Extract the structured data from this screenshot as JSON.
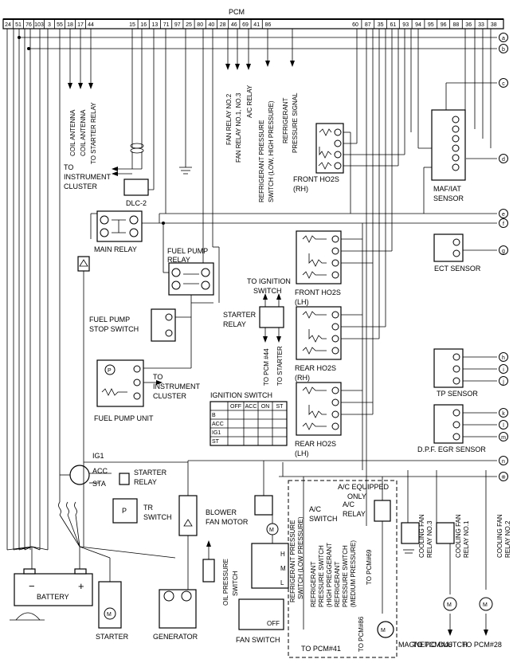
{
  "pcm": {
    "title": "PCM",
    "left_pins": [
      "24",
      "51",
      "76",
      "103",
      "3",
      "55",
      "18",
      "17",
      "44"
    ],
    "mid_pins": [
      "15",
      "16",
      "13",
      "71",
      "97",
      "25",
      "80",
      "40",
      "28",
      "46",
      "69",
      "41",
      "86"
    ],
    "right_pins": [
      "60",
      "87",
      "35",
      "61",
      "93",
      "94",
      "95",
      "96",
      "88",
      "36",
      "33",
      "38"
    ]
  },
  "connectors": [
    "a",
    "b",
    "c",
    "d",
    "e",
    "f",
    "g",
    "h",
    "i",
    "j",
    "k",
    "l",
    "m",
    "n",
    "※"
  ],
  "vertical_labels": [
    "COIL ANTENNA",
    "COIL ANTENNA",
    "TO STARTER RELAY",
    "FAN RELAY NO.2",
    "FAN RELAY NO.1, NO.3",
    "A/C RELAY",
    "REFRIGERANT PRESSURE",
    "SWITCH (LOW, HIGH PRESSURE)",
    "REFRIGERANT",
    "PRESSURE SIGNAL",
    "TO PCM #44",
    "TO STARTER",
    "OIL PRESSURE",
    "SWITCH",
    "REFRIGERANT PRESSURE",
    "SWITCH (LOW PRESSURE)",
    "REFRIGERANT",
    "PRESSURE SWITCH",
    "(HIGH PREGGERANT",
    "REFRIGERANT",
    "PRESSURE SWITCH",
    "(MEDIUM PRESSURE)",
    "TO PCM#69",
    "TO PCM#86",
    "COOLING FAN",
    "RELAY NO.3",
    "COOLING FAN",
    "RELAY NO.1",
    "COOLING FAN",
    "RELAY NO.2"
  ],
  "labels": {
    "to_instrument_1": "TO",
    "to_instrument_2": "INSTRUMENT",
    "to_instrument_3": "CLUSTER",
    "dlc": "DLC-2",
    "main_relay": "MAIN RELAY",
    "fuel_pump_relay_1": "FUEL PUMP",
    "fuel_pump_relay_2": "RELAY",
    "fuel_pump_stop_1": "FUEL PUMP",
    "fuel_pump_stop_2": "STOP SWITCH",
    "to_instr2_1": "TO",
    "to_instr2_2": "INSTRUMENT",
    "to_instr2_3": "CLUSTER",
    "fuel_pump_unit": "FUEL PUMP UNIT",
    "front_ho2s_rh_1": "FRONT HO2S",
    "front_ho2s_rh_2": "(RH)",
    "front_ho2s_lh_1": "FRONT HO2S",
    "front_ho2s_lh_2": "(LH)",
    "rear_ho2s_rh_1": "REAR HO2S",
    "rear_ho2s_rh_2": "(RH)",
    "rear_ho2s_lh_1": "REAR HO2S",
    "rear_ho2s_lh_2": "(LH)",
    "to_ign_1": "TO IGNITION",
    "to_ign_2": "SWITCH",
    "starter_relay_1": "STARTER",
    "starter_relay_2": "RELAY",
    "maf_1": "MAF/IAT",
    "maf_2": "SENSOR",
    "ect": "ECT SENSOR",
    "tp": "TP SENSOR",
    "dpf": "D.P.F. EGR SENSOR",
    "ign_switch": "IGNITION SWITCH",
    "ig1": "IG1",
    "acc": "ACC",
    "sta": "STA",
    "starter_relay_b1": "STARTER",
    "starter_relay_b2": "RELAY",
    "tr_1": "TR",
    "tr_2": "SWITCH",
    "p": "P",
    "blower_1": "BLOWER",
    "blower_2": "FAN MOTOR",
    "ac_equipped_1": "A/C EQUIPPED",
    "ac_equipped_2": "ONLY",
    "ac_switch_1": "A/C",
    "ac_switch_2": "SWITCH",
    "ac_relay_1": "A/C",
    "ac_relay_2": "RELAY",
    "battery": "BATTERY",
    "minus": "−",
    "plus": "+",
    "starter": "STARTER",
    "generator": "GENERATOR",
    "fan_switch": "FAN SWITCH",
    "off": "OFF",
    "h": "H",
    "m": "M",
    "l": "L",
    "to_pcm41": "TO PCM#41",
    "to_pcm46": "TO PCM#46",
    "to_pcm28": "TO PCM#28",
    "magnetic_clutch": "MAGNETIC CLUTCH"
  },
  "ign_table": {
    "header": [
      "",
      "OFF",
      "ACC",
      "ON",
      "ST"
    ],
    "rows": [
      "B",
      "ACC",
      "IG1",
      "ST"
    ]
  }
}
